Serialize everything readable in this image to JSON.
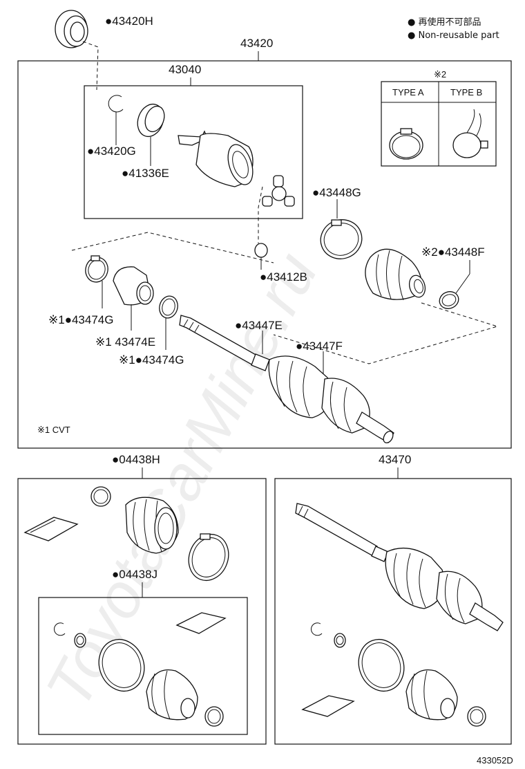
{
  "watermark": "ToyotaCarMine.ru",
  "legend": {
    "jp": "● 再使用不可部品",
    "en": "● Non-reusable part"
  },
  "assembly_label": "43420",
  "inner_joint_label": "43040",
  "type_note": "※2",
  "type_a": "TYPE A",
  "type_b": "TYPE B",
  "cvt_note": "※1 CVT",
  "kit_left_label": "●04438H",
  "kit_left_sub_label": "●04438J",
  "assy_right_label": "43470",
  "diagram_code": "433052D",
  "parts": {
    "p43420H": "●43420H",
    "p43420G": "●43420G",
    "p41336E": "●41336E",
    "p43448G": "●43448G",
    "p43448F": "※2●43448F",
    "p43412B": "●43412B",
    "p43474G_a": "※1●43474G",
    "p43474E": "※1 43474E",
    "p43474G_b": "※1●43474G",
    "p43447E": "●43447E",
    "p43447F": "●43447F"
  }
}
